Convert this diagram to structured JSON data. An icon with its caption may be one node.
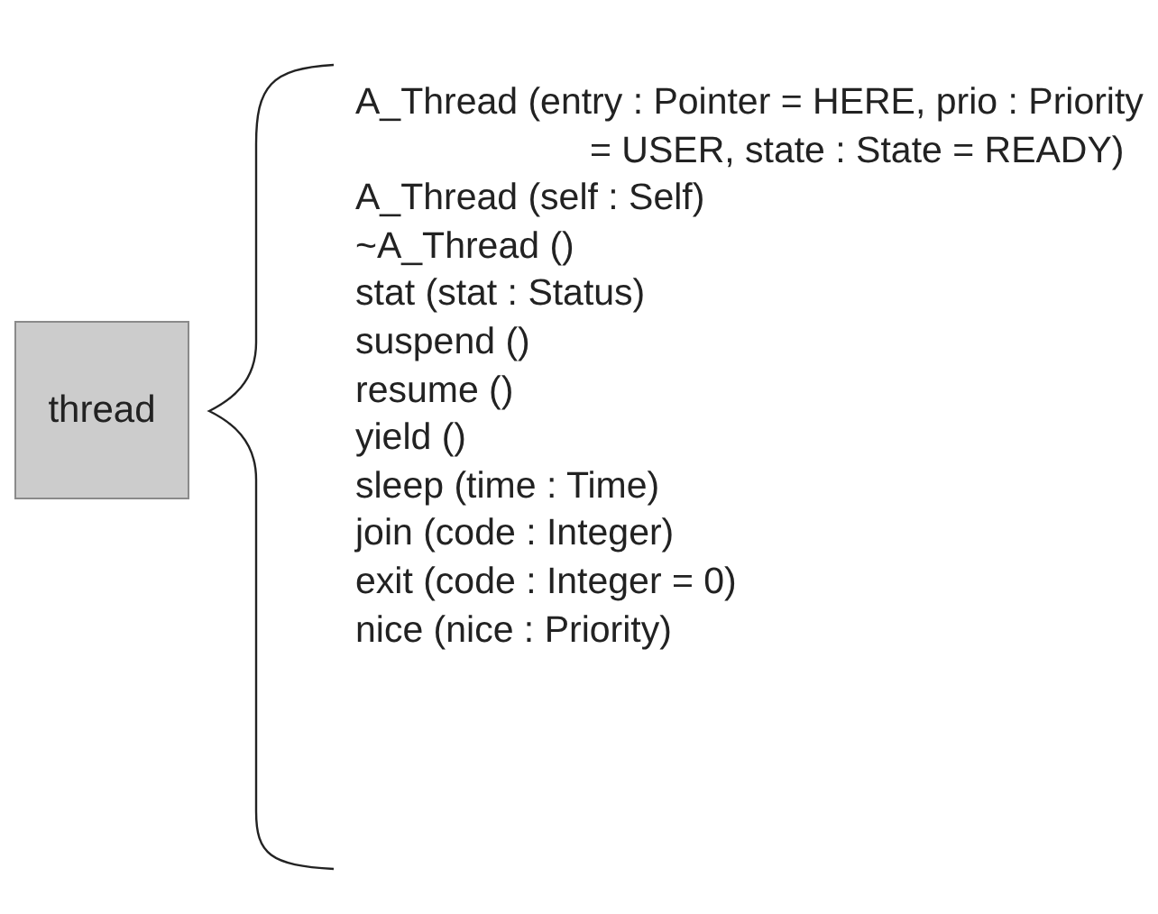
{
  "diagram": {
    "nodes": [
      {
        "text": [
          "thread"
        ]
      }
    ],
    "labels": [
      "A_Thread (entry : Pointer = HERE, prio : Priority = USER, state : State = READY)",
      "A_Thread (self : Self)",
      "~A_Thread ()",
      "stat (stat : Status)",
      "suspend ()",
      "resume ()",
      "yield ()",
      "sleep (time : Time)",
      "join (code : Integer)",
      "exit (code : Integer = 0)",
      "nice (nice : Priority)"
    ]
  }
}
